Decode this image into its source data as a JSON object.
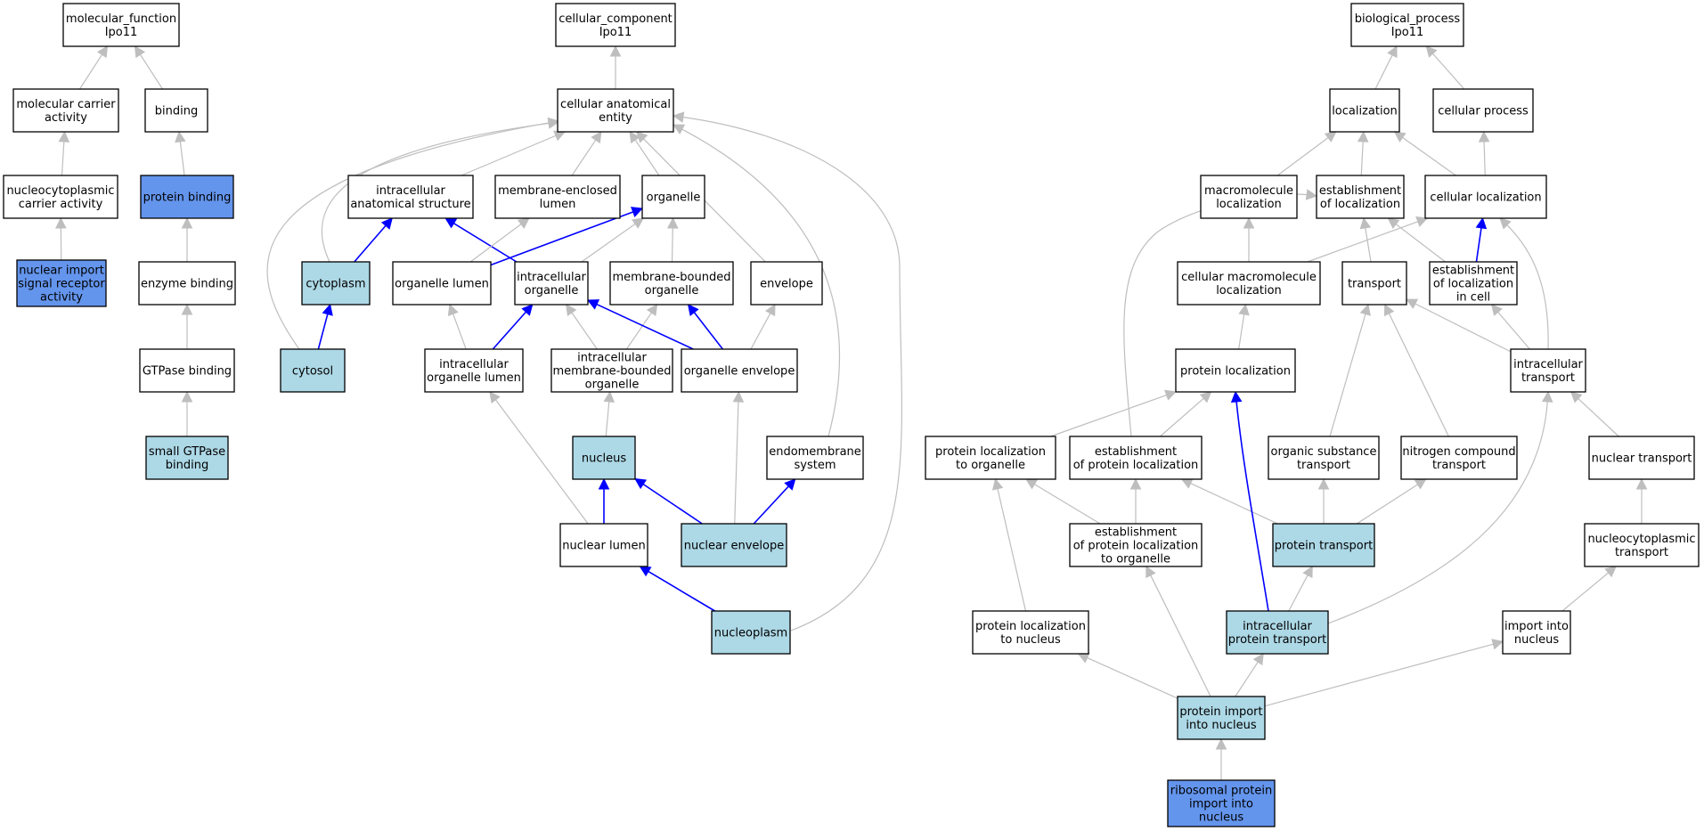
{
  "colors": {
    "plain": "#ffffff",
    "light": "#add8e6",
    "dark": "#6495ed",
    "edge_gray": "#bebebe",
    "edge_blue": "#0000ff",
    "border": "#000000"
  },
  "nodes": [
    {
      "id": "mf",
      "lines": [
        "molecular_function",
        "Ipo11"
      ],
      "fill": "plain"
    },
    {
      "id": "mca",
      "lines": [
        "molecular carrier",
        "activity"
      ],
      "fill": "plain"
    },
    {
      "id": "binding",
      "lines": [
        "binding"
      ],
      "fill": "plain"
    },
    {
      "id": "nca",
      "lines": [
        "nucleocytoplasmic",
        "carrier activity"
      ],
      "fill": "plain"
    },
    {
      "id": "pb",
      "lines": [
        "protein binding"
      ],
      "fill": "dark"
    },
    {
      "id": "nisra",
      "lines": [
        "nuclear import",
        "signal receptor",
        "activity"
      ],
      "fill": "dark"
    },
    {
      "id": "eb",
      "lines": [
        "enzyme binding"
      ],
      "fill": "plain"
    },
    {
      "id": "gb",
      "lines": [
        "GTPase binding"
      ],
      "fill": "plain"
    },
    {
      "id": "sgb",
      "lines": [
        "small GTPase",
        "binding"
      ],
      "fill": "light"
    },
    {
      "id": "cc",
      "lines": [
        "cellular_component",
        "Ipo11"
      ],
      "fill": "plain"
    },
    {
      "id": "cae",
      "lines": [
        "cellular anatomical",
        "entity"
      ],
      "fill": "plain"
    },
    {
      "id": "ias",
      "lines": [
        "intracellular",
        "anatomical structure"
      ],
      "fill": "plain"
    },
    {
      "id": "mel",
      "lines": [
        "membrane-enclosed",
        "lumen"
      ],
      "fill": "plain"
    },
    {
      "id": "org",
      "lines": [
        "organelle"
      ],
      "fill": "plain"
    },
    {
      "id": "cyto",
      "lines": [
        "cytoplasm"
      ],
      "fill": "light"
    },
    {
      "id": "ol",
      "lines": [
        "organelle lumen"
      ],
      "fill": "plain"
    },
    {
      "id": "io",
      "lines": [
        "intracellular",
        "organelle"
      ],
      "fill": "plain"
    },
    {
      "id": "mbo",
      "lines": [
        "membrane-bounded",
        "organelle"
      ],
      "fill": "plain"
    },
    {
      "id": "env",
      "lines": [
        "envelope"
      ],
      "fill": "plain"
    },
    {
      "id": "cytosol",
      "lines": [
        "cytosol"
      ],
      "fill": "light"
    },
    {
      "id": "iol",
      "lines": [
        "intracellular",
        "organelle lumen"
      ],
      "fill": "plain"
    },
    {
      "id": "imbo",
      "lines": [
        "intracellular",
        "membrane-bounded",
        "organelle"
      ],
      "fill": "plain"
    },
    {
      "id": "oe",
      "lines": [
        "organelle envelope"
      ],
      "fill": "plain"
    },
    {
      "id": "nucleus",
      "lines": [
        "nucleus"
      ],
      "fill": "light"
    },
    {
      "id": "es",
      "lines": [
        "endomembrane",
        "system"
      ],
      "fill": "plain"
    },
    {
      "id": "nl",
      "lines": [
        "nuclear lumen"
      ],
      "fill": "plain"
    },
    {
      "id": "ne",
      "lines": [
        "nuclear envelope"
      ],
      "fill": "light"
    },
    {
      "id": "np",
      "lines": [
        "nucleoplasm"
      ],
      "fill": "light"
    },
    {
      "id": "bp",
      "lines": [
        "biological_process",
        "Ipo11"
      ],
      "fill": "plain"
    },
    {
      "id": "loc",
      "lines": [
        "localization"
      ],
      "fill": "plain"
    },
    {
      "id": "cp",
      "lines": [
        "cellular process"
      ],
      "fill": "plain"
    },
    {
      "id": "ml",
      "lines": [
        "macromolecule",
        "localization"
      ],
      "fill": "plain"
    },
    {
      "id": "eol",
      "lines": [
        "establishment",
        "of localization"
      ],
      "fill": "plain"
    },
    {
      "id": "cl",
      "lines": [
        "cellular localization"
      ],
      "fill": "plain"
    },
    {
      "id": "cml",
      "lines": [
        "cellular macromolecule",
        "localization"
      ],
      "fill": "plain"
    },
    {
      "id": "tr",
      "lines": [
        "transport"
      ],
      "fill": "plain"
    },
    {
      "id": "eolc",
      "lines": [
        "establishment",
        "of localization",
        "in cell"
      ],
      "fill": "plain"
    },
    {
      "id": "pl",
      "lines": [
        "protein localization"
      ],
      "fill": "plain"
    },
    {
      "id": "it",
      "lines": [
        "intracellular",
        "transport"
      ],
      "fill": "plain"
    },
    {
      "id": "plo",
      "lines": [
        "protein localization",
        "to organelle"
      ],
      "fill": "plain"
    },
    {
      "id": "epl",
      "lines": [
        "establishment",
        "of protein localization"
      ],
      "fill": "plain"
    },
    {
      "id": "ost",
      "lines": [
        "organic substance",
        "transport"
      ],
      "fill": "plain"
    },
    {
      "id": "nct",
      "lines": [
        "nitrogen compound",
        "transport"
      ],
      "fill": "plain"
    },
    {
      "id": "nt",
      "lines": [
        "nuclear transport"
      ],
      "fill": "plain"
    },
    {
      "id": "eplo",
      "lines": [
        "establishment",
        "of protein localization",
        "to organelle"
      ],
      "fill": "plain"
    },
    {
      "id": "pt",
      "lines": [
        "protein transport"
      ],
      "fill": "light"
    },
    {
      "id": "nctr",
      "lines": [
        "nucleocytoplasmic",
        "transport"
      ],
      "fill": "plain"
    },
    {
      "id": "pln",
      "lines": [
        "protein localization",
        "to nucleus"
      ],
      "fill": "plain"
    },
    {
      "id": "ipt",
      "lines": [
        "intracellular",
        "protein transport"
      ],
      "fill": "light"
    },
    {
      "id": "iin",
      "lines": [
        "import into",
        "nucleus"
      ],
      "fill": "plain"
    },
    {
      "id": "pin",
      "lines": [
        "protein import",
        "into nucleus"
      ],
      "fill": "light"
    },
    {
      "id": "rpin",
      "lines": [
        "ribosomal protein",
        "import into",
        "nucleus"
      ],
      "fill": "dark"
    }
  ],
  "edges": [
    {
      "from": "mca",
      "to": "mf",
      "color": "gray"
    },
    {
      "from": "binding",
      "to": "mf",
      "color": "gray"
    },
    {
      "from": "nca",
      "to": "mca",
      "color": "gray"
    },
    {
      "from": "pb",
      "to": "binding",
      "color": "gray"
    },
    {
      "from": "nisra",
      "to": "nca",
      "color": "gray"
    },
    {
      "from": "eb",
      "to": "pb",
      "color": "gray"
    },
    {
      "from": "gb",
      "to": "eb",
      "color": "gray"
    },
    {
      "from": "sgb",
      "to": "gb",
      "color": "gray"
    },
    {
      "from": "cae",
      "to": "cc",
      "color": "gray"
    },
    {
      "from": "ias",
      "to": "cae",
      "color": "gray"
    },
    {
      "from": "mel",
      "to": "cae",
      "color": "gray"
    },
    {
      "from": "org",
      "to": "cae",
      "color": "gray"
    },
    {
      "from": "cyto",
      "to": "cae",
      "color": "gray"
    },
    {
      "from": "cytosol",
      "to": "cae",
      "color": "gray"
    },
    {
      "from": "env",
      "to": "cae",
      "color": "gray"
    },
    {
      "from": "es",
      "to": "cae",
      "color": "gray"
    },
    {
      "from": "np",
      "to": "cae",
      "color": "gray"
    },
    {
      "from": "cyto",
      "to": "ias",
      "color": "blue"
    },
    {
      "from": "io",
      "to": "ias",
      "color": "blue"
    },
    {
      "from": "ol",
      "to": "org",
      "color": "blue"
    },
    {
      "from": "ol",
      "to": "mel",
      "color": "gray"
    },
    {
      "from": "io",
      "to": "org",
      "color": "gray"
    },
    {
      "from": "mbo",
      "to": "org",
      "color": "gray"
    },
    {
      "from": "cytosol",
      "to": "cyto",
      "color": "blue"
    },
    {
      "from": "iol",
      "to": "ol",
      "color": "gray"
    },
    {
      "from": "iol",
      "to": "io",
      "color": "blue"
    },
    {
      "from": "imbo",
      "to": "io",
      "color": "gray"
    },
    {
      "from": "imbo",
      "to": "mbo",
      "color": "gray"
    },
    {
      "from": "oe",
      "to": "io",
      "color": "blue"
    },
    {
      "from": "oe",
      "to": "mbo",
      "color": "blue"
    },
    {
      "from": "oe",
      "to": "env",
      "color": "gray"
    },
    {
      "from": "nucleus",
      "to": "imbo",
      "color": "gray"
    },
    {
      "from": "nl",
      "to": "iol",
      "color": "gray"
    },
    {
      "from": "nl",
      "to": "nucleus",
      "color": "blue"
    },
    {
      "from": "ne",
      "to": "nucleus",
      "color": "blue"
    },
    {
      "from": "ne",
      "to": "oe",
      "color": "gray"
    },
    {
      "from": "ne",
      "to": "es",
      "color": "blue"
    },
    {
      "from": "np",
      "to": "nl",
      "color": "blue"
    },
    {
      "from": "loc",
      "to": "bp",
      "color": "gray"
    },
    {
      "from": "cp",
      "to": "bp",
      "color": "gray"
    },
    {
      "from": "ml",
      "to": "loc",
      "color": "gray"
    },
    {
      "from": "eol",
      "to": "loc",
      "color": "gray"
    },
    {
      "from": "cl",
      "to": "loc",
      "color": "gray"
    },
    {
      "from": "cl",
      "to": "cp",
      "color": "gray"
    },
    {
      "from": "cml",
      "to": "ml",
      "color": "gray"
    },
    {
      "from": "cml",
      "to": "cl",
      "color": "gray"
    },
    {
      "from": "tr",
      "to": "eol",
      "color": "gray"
    },
    {
      "from": "eolc",
      "to": "eol",
      "color": "gray"
    },
    {
      "from": "eolc",
      "to": "cl",
      "color": "blue"
    },
    {
      "from": "pl",
      "to": "cml",
      "color": "gray"
    },
    {
      "from": "it",
      "to": "tr",
      "color": "gray"
    },
    {
      "from": "it",
      "to": "eolc",
      "color": "gray"
    },
    {
      "from": "it",
      "to": "cl",
      "color": "gray"
    },
    {
      "from": "plo",
      "to": "pl",
      "color": "gray"
    },
    {
      "from": "epl",
      "to": "pl",
      "color": "gray"
    },
    {
      "from": "epl",
      "to": "eol",
      "color": "gray"
    },
    {
      "from": "ost",
      "to": "tr",
      "color": "gray"
    },
    {
      "from": "nct",
      "to": "tr",
      "color": "gray"
    },
    {
      "from": "nt",
      "to": "it",
      "color": "gray"
    },
    {
      "from": "eplo",
      "to": "plo",
      "color": "gray"
    },
    {
      "from": "eplo",
      "to": "epl",
      "color": "gray"
    },
    {
      "from": "pt",
      "to": "epl",
      "color": "gray"
    },
    {
      "from": "pt",
      "to": "ost",
      "color": "gray"
    },
    {
      "from": "pt",
      "to": "nct",
      "color": "gray"
    },
    {
      "from": "nctr",
      "to": "nt",
      "color": "gray"
    },
    {
      "from": "pln",
      "to": "plo",
      "color": "gray"
    },
    {
      "from": "ipt",
      "to": "pl",
      "color": "blue"
    },
    {
      "from": "ipt",
      "to": "pt",
      "color": "gray"
    },
    {
      "from": "ipt",
      "to": "it",
      "color": "gray"
    },
    {
      "from": "iin",
      "to": "nctr",
      "color": "gray"
    },
    {
      "from": "pin",
      "to": "pln",
      "color": "gray"
    },
    {
      "from": "pin",
      "to": "eplo",
      "color": "gray"
    },
    {
      "from": "pin",
      "to": "ipt",
      "color": "gray"
    },
    {
      "from": "pin",
      "to": "iin",
      "color": "gray"
    },
    {
      "from": "rpin",
      "to": "pin",
      "color": "gray"
    }
  ]
}
